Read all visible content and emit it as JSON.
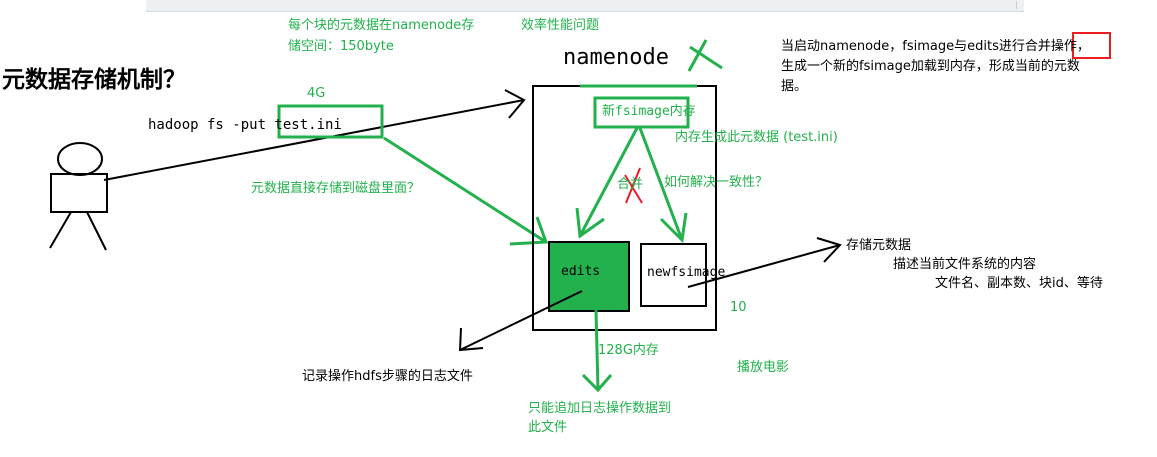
{
  "title": "元数据存储机制？",
  "namenode_label": "namenode",
  "note_top_left_line1": "每个块的元数据在namenode存",
  "note_top_left_line2": "储空间：150byte",
  "note_efficiency": "效率性能问题",
  "size_4g": "4G",
  "command": "hadoop fs -put test.ini",
  "note_direct_disk": "元数据直接存储到磁盘里面？",
  "new_fsimage_box": "新fsimage内存",
  "note_memory_generate": "内存生成此元数据 (test.ini)",
  "merge_label": "合并",
  "consistency_question": "如何解决一致性？",
  "edits_label": "edits",
  "newfsimage_label": "newfsimage",
  "number_10": "10",
  "memory_128g": "128G内存",
  "append_only_line1": "只能追加日志操作数据到",
  "append_only_line2": "此文件",
  "play_movie": "播放电影",
  "log_file_note": "记录操作hdfs步骤的日志文件",
  "store_metadata": "存储元数据",
  "describe_fs": "描述当前文件系统的内容",
  "fs_details": "文件名、副本数、块id、等待",
  "startup_line1_a": "当启动namenode，fsimage与edits进行",
  "startup_line1_highlight": "合并",
  "startup_line1_b": "操作，",
  "startup_line2": "生成一个新的fsimage加载到内存，形成当前的元数",
  "startup_line3": "据。",
  "colors": {
    "green": "#22b14c",
    "black": "#000000",
    "red": "#ed1c24"
  }
}
